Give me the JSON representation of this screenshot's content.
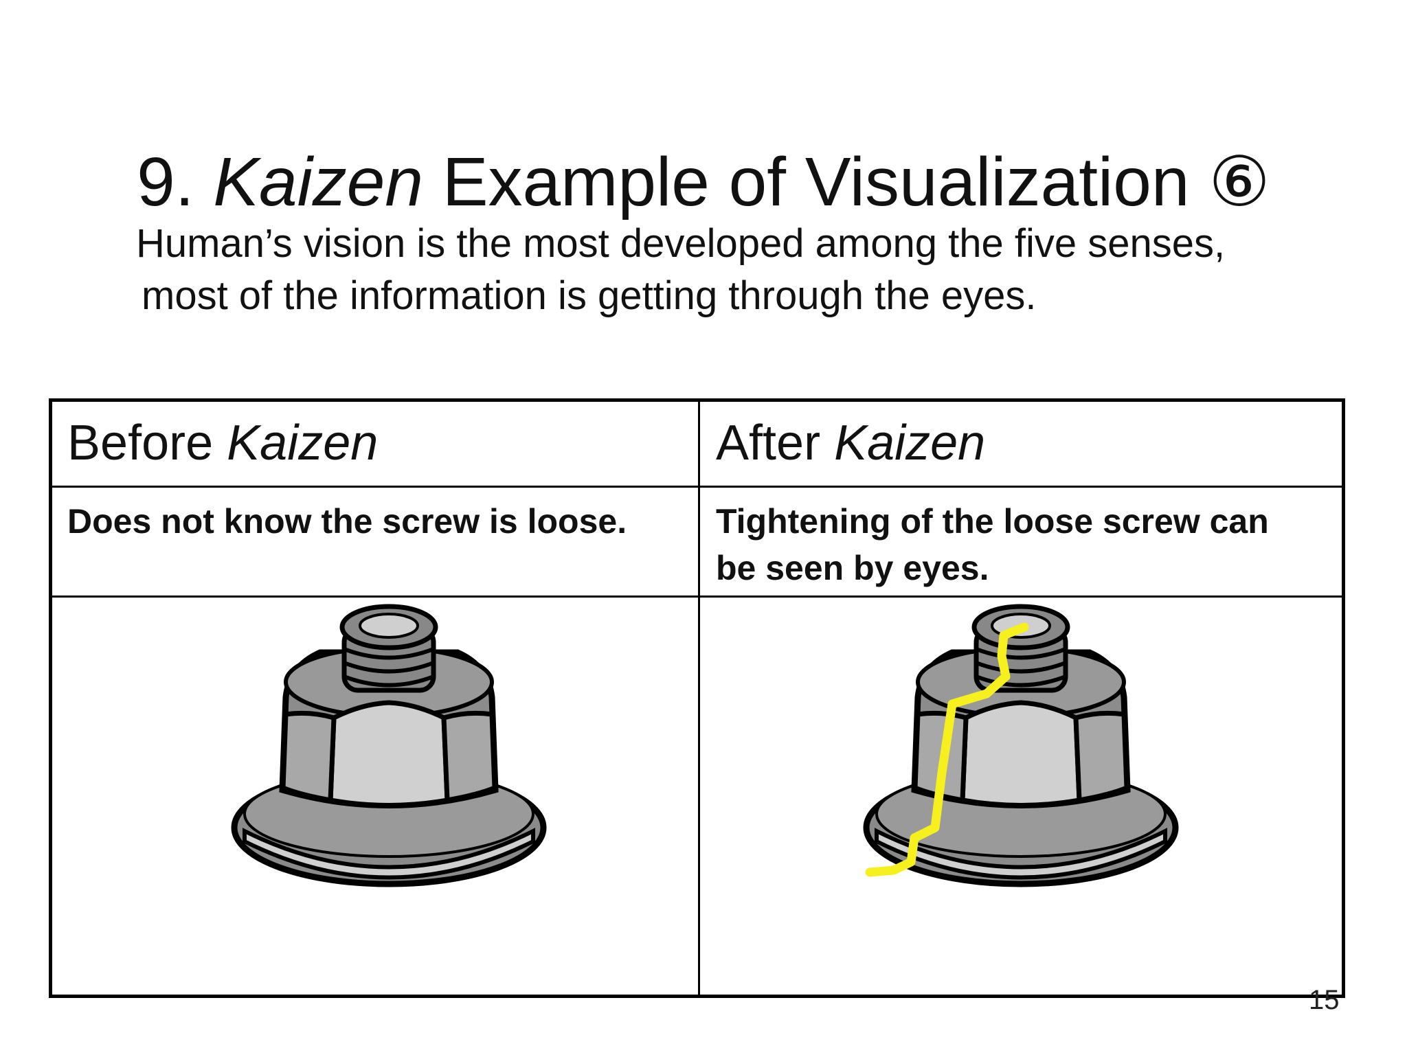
{
  "slide": {
    "title_prefix": "9. ",
    "title_italic": "Kaizen",
    "title_suffix": " Example of Visualization ⑥",
    "subtitle_line1": "Human’s vision is the most developed among the five senses,",
    "subtitle_line2": "most of the information is getting through the eyes."
  },
  "table": {
    "left_header_plain": "Before ",
    "left_header_italic": "Kaizen",
    "right_header_plain": "After ",
    "right_header_italic": "Kaizen",
    "left_description": "Does not know the screw is loose.",
    "right_description": "Tightening of the loose screw can be seen by eyes."
  },
  "illustrations": {
    "before_icon": "nut-bolt-icon",
    "after_icon": "nut-bolt-with-match-mark-icon",
    "match_mark_color": "#f5f01e",
    "metal_light": "#c8c8c8",
    "metal_dark": "#8a8a8a"
  },
  "page_number": "15"
}
